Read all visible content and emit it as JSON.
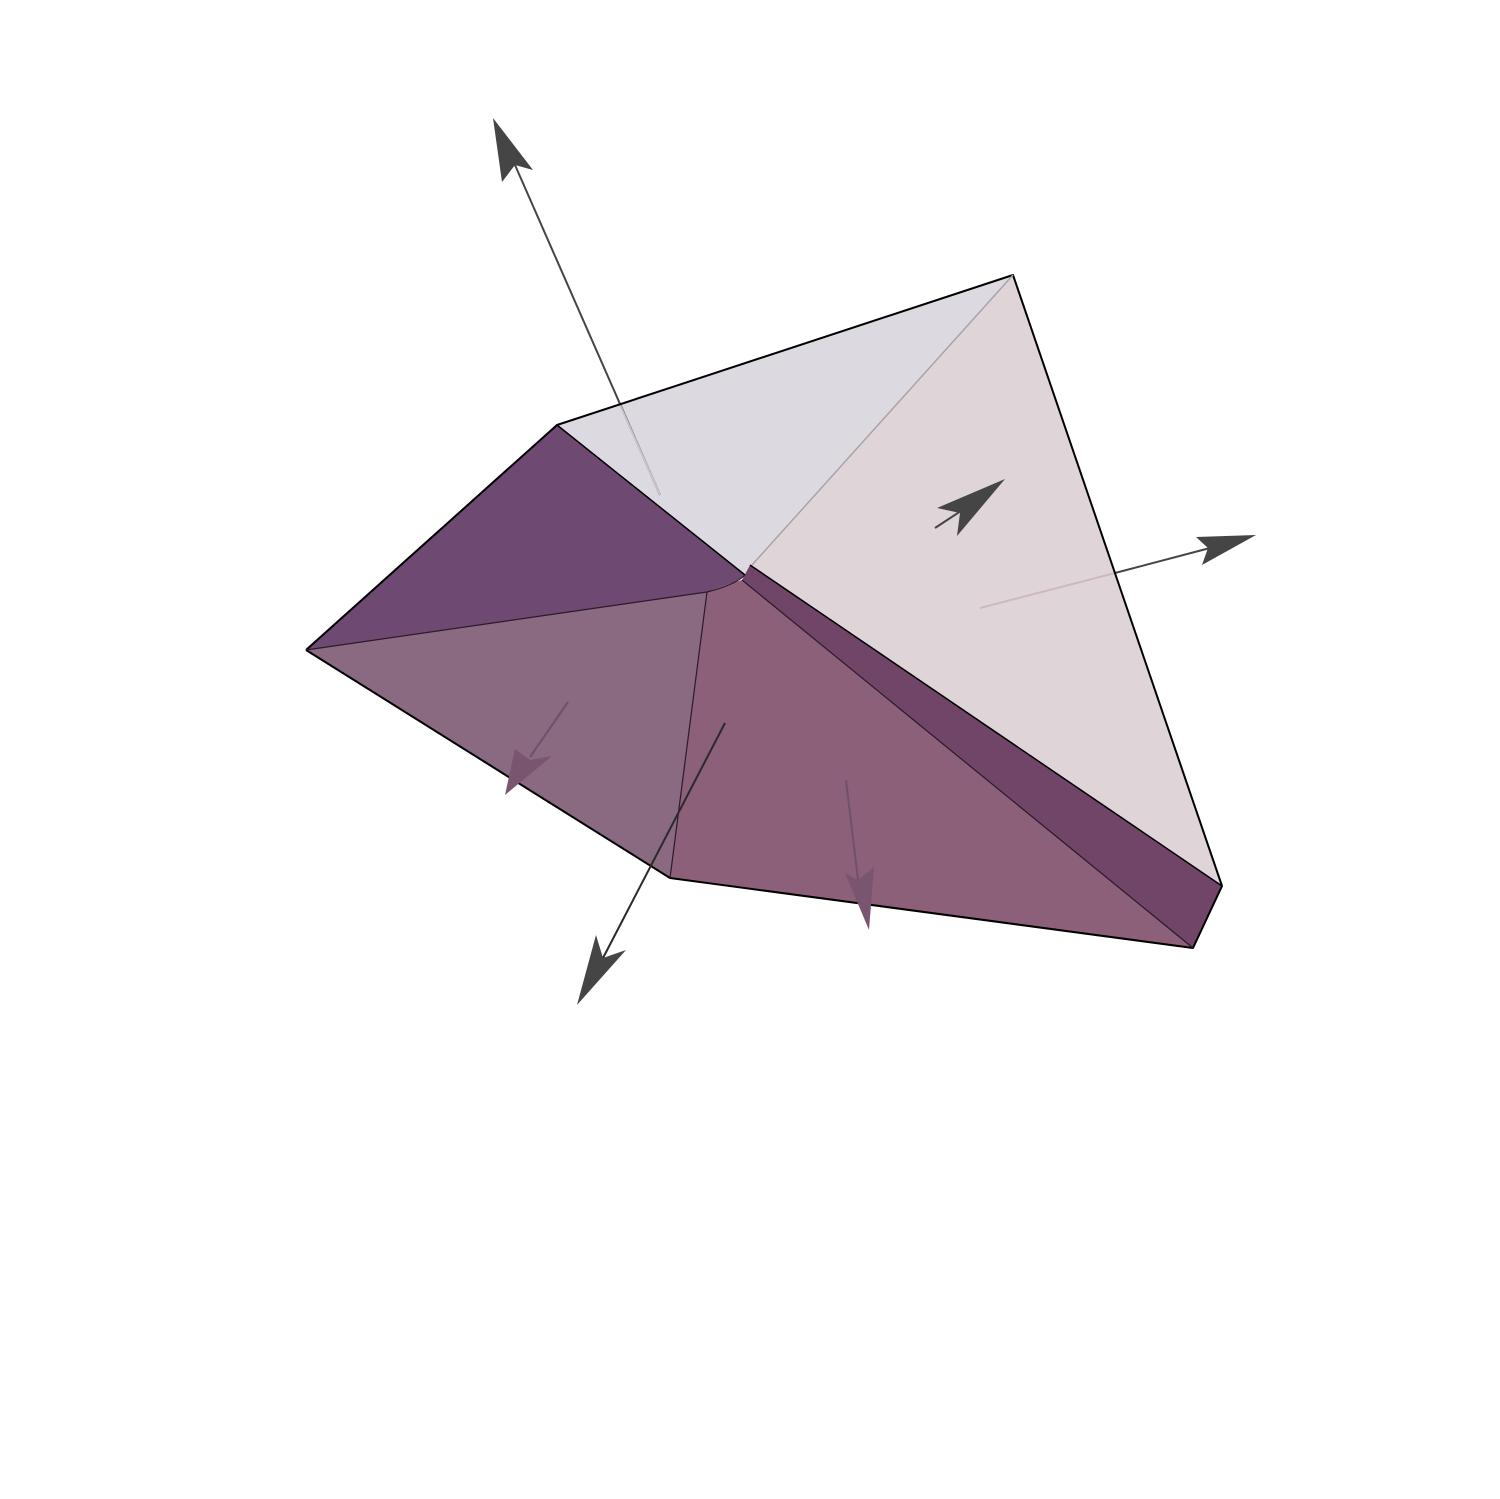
{
  "diagram": {
    "kind": "3d-polyhedron-with-face-normals",
    "colors": {
      "background": "#ffffff",
      "top_face": "#dcd9e0",
      "right_face": "#dfd5d8",
      "left_upper_face": "#6e4a72",
      "left_lower_face": "#8a6a80",
      "front_face": "#8c6078",
      "edge_strip": "#714568",
      "edge_line": "#000000",
      "arrow": "#454545",
      "arrow_faint": "#70506a"
    },
    "faces": [
      {
        "name": "top-face",
        "color_key": "top_face"
      },
      {
        "name": "right-face",
        "color_key": "right_face"
      },
      {
        "name": "left-upper-face",
        "color_key": "left_upper_face"
      },
      {
        "name": "left-lower-face",
        "color_key": "left_lower_face"
      },
      {
        "name": "front-face",
        "color_key": "front_face"
      },
      {
        "name": "front-edge-strip",
        "color_key": "edge_strip"
      }
    ],
    "normal_arrows": [
      {
        "name": "up-left-normal-arrow",
        "style": "dark"
      },
      {
        "name": "right-normal-arrow",
        "style": "dark"
      },
      {
        "name": "right-face-small-normal-arrow",
        "style": "dark"
      },
      {
        "name": "down-normal-arrow",
        "style": "dark"
      },
      {
        "name": "left-lower-face-normal-arrow",
        "style": "faint"
      },
      {
        "name": "front-face-normal-arrow",
        "style": "faint"
      }
    ]
  }
}
